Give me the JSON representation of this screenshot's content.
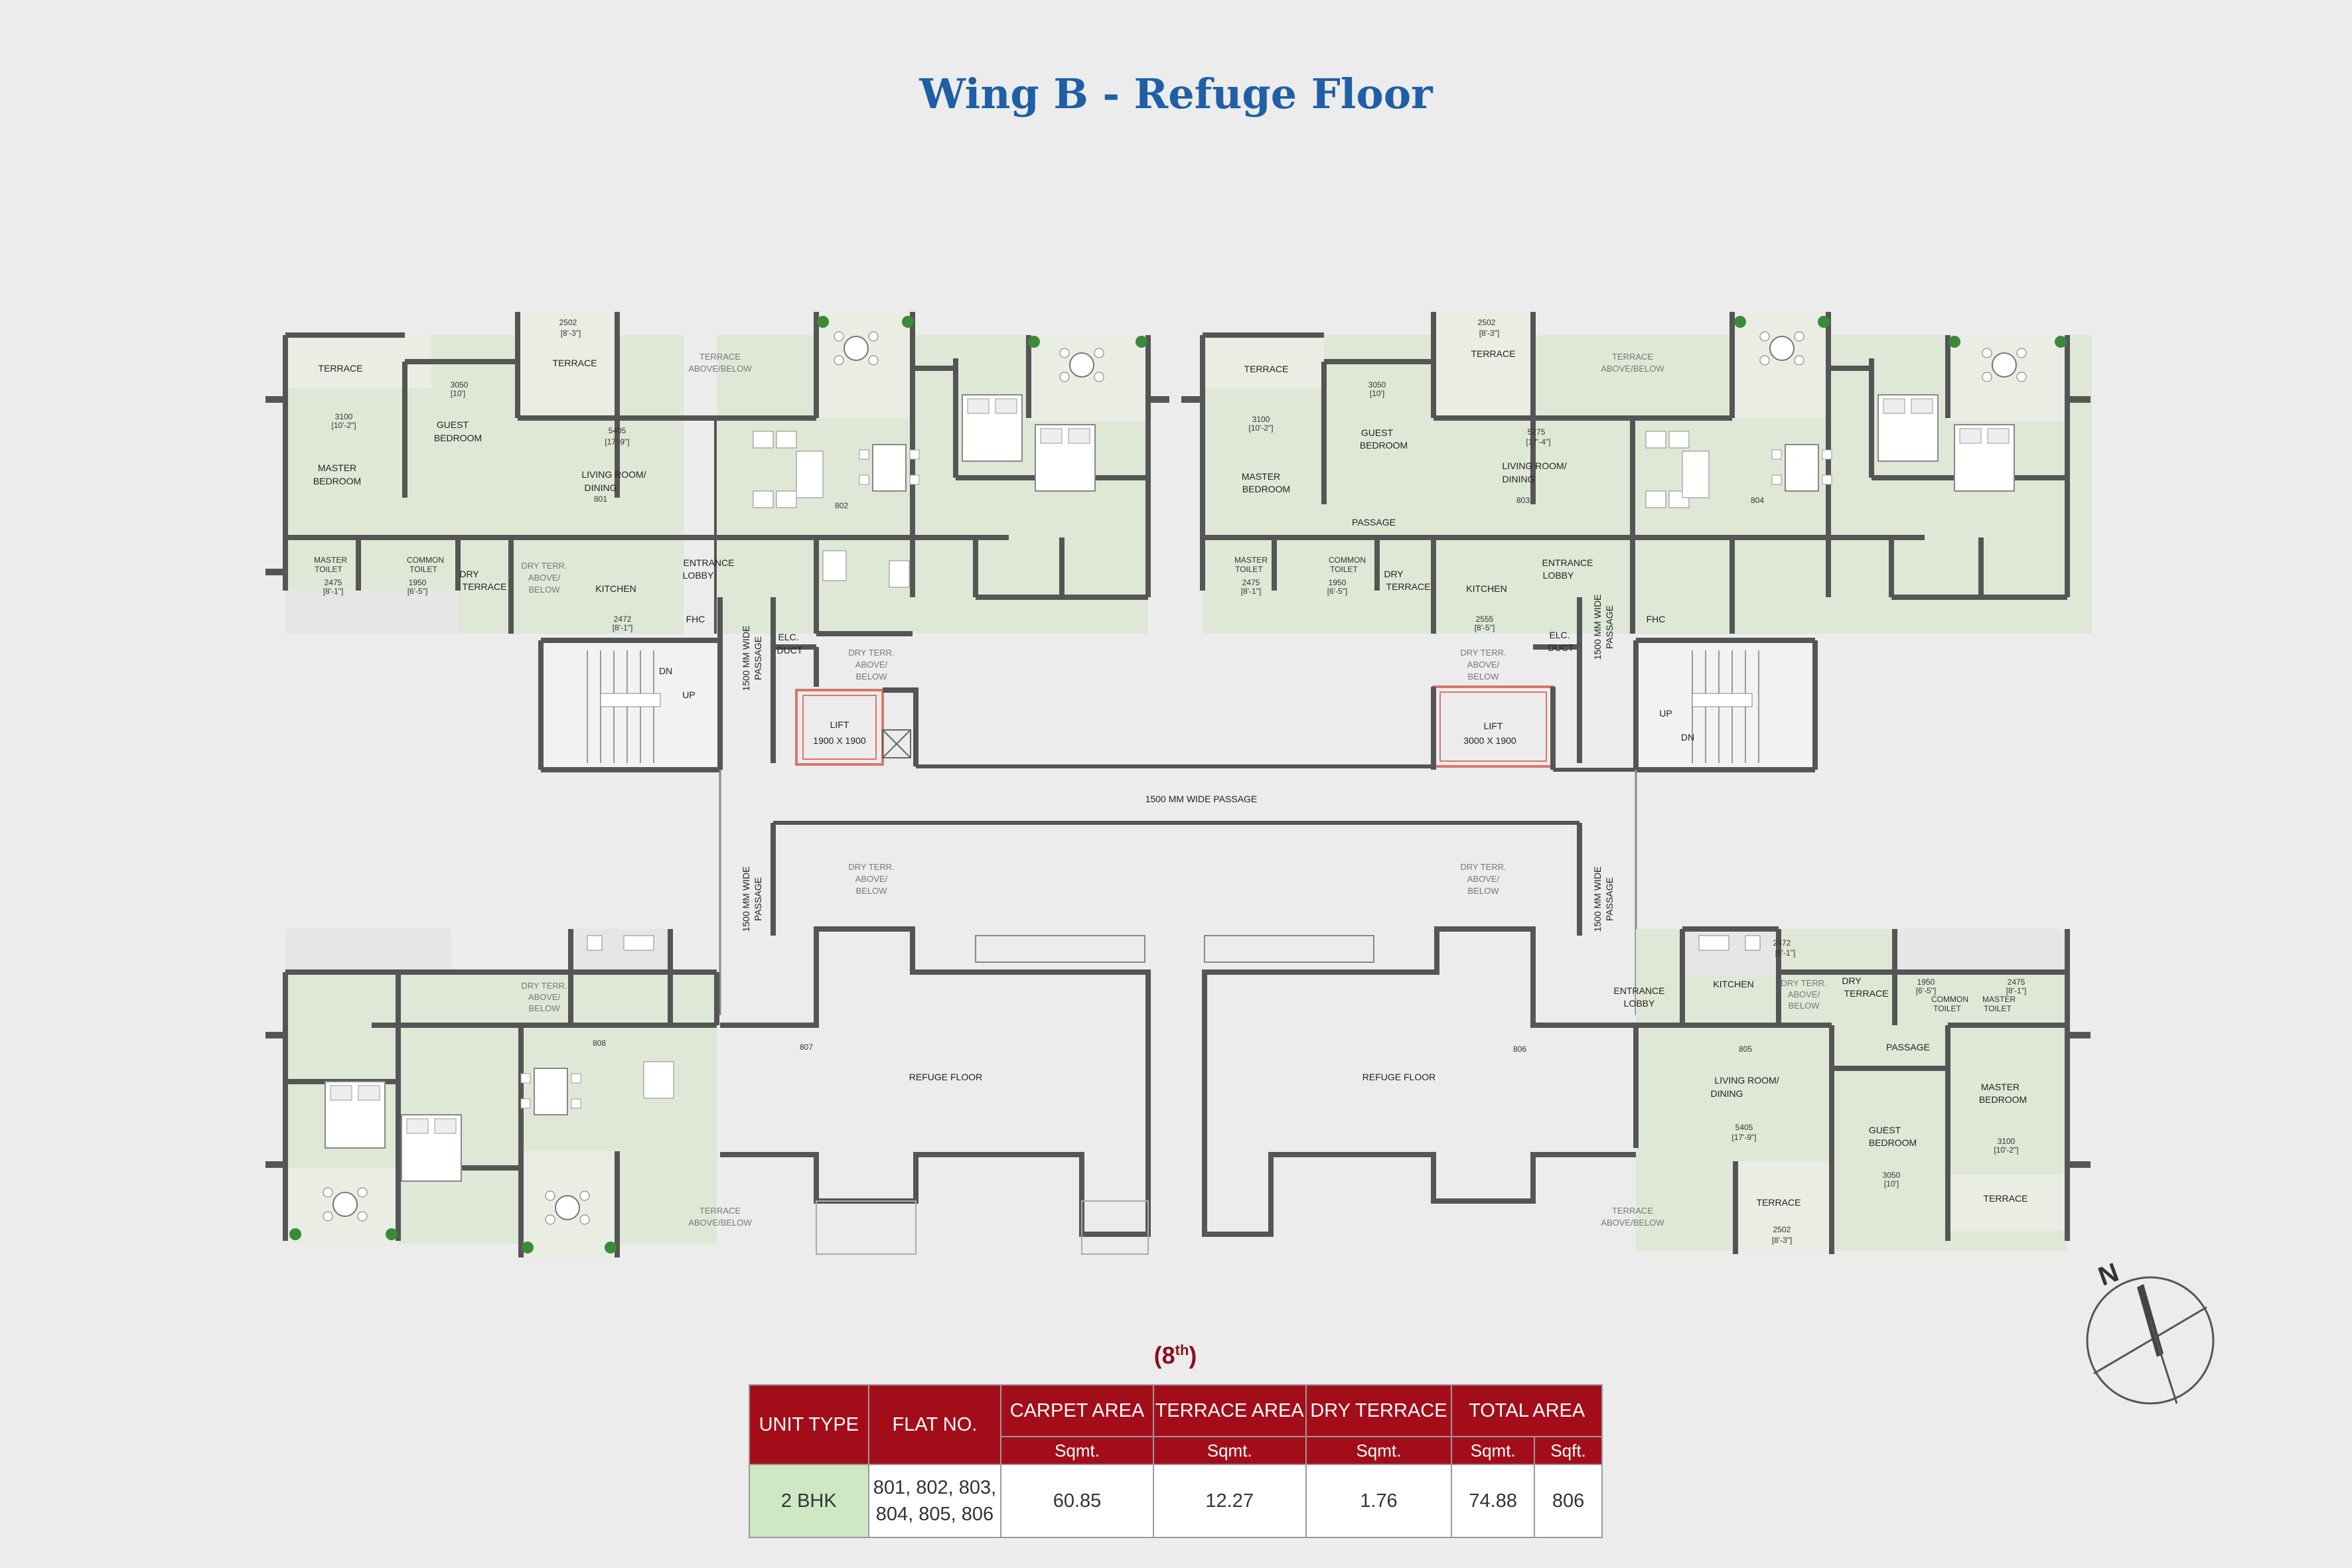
{
  "title": "Wing B - Refuge Floor",
  "floor": {
    "number": "(8",
    "suffix": "th",
    "close": ")"
  },
  "plan_labels": {
    "terrace": "TERRACE",
    "terrace_above_below": [
      "TERRACE",
      "ABOVE/BELOW"
    ],
    "dry_terr_above_below": [
      "DRY TERR.",
      "ABOVE/",
      "BELOW"
    ],
    "master_bedroom": [
      "MASTER",
      "BEDROOM"
    ],
    "guest_bedroom": [
      "GUEST",
      "BEDROOM"
    ],
    "living_dining": [
      "LIVING ROOM/",
      "DINING"
    ],
    "kitchen": "KITCHEN",
    "entrance_lobby": [
      "ENTRANCE",
      "LOBBY"
    ],
    "dry_terrace": [
      "DRY",
      "TERRACE"
    ],
    "master_toilet": [
      "MASTER",
      "TOILET"
    ],
    "common_toilet": [
      "COMMON",
      "TOILET"
    ],
    "passage": "PASSAGE",
    "fhc": "FHC",
    "elc_duct": [
      "ELC.",
      "DUCT"
    ],
    "lift_left": [
      "LIFT",
      "1900 X 1900"
    ],
    "lift_right": [
      "LIFT",
      "3000 X 1900"
    ],
    "passage_h": "1500 MM WIDE PASSAGE",
    "passage_v": [
      "1500 MM WIDE",
      "PASSAGE"
    ],
    "refuge_floor": "REFUGE FLOOR",
    "up": "UP",
    "dn": "DN",
    "unit_numbers": [
      "801",
      "802",
      "803",
      "804",
      "805",
      "806",
      "807",
      "808"
    ],
    "dims": {
      "d2502": "2502",
      "d2502i": "[8'-3\"]",
      "d3050": "3050",
      "d3050i": "[10']",
      "d3100": "3100",
      "d3100i": "[10'-2\"]",
      "d5405": "5405",
      "d5405i": "[17'-9\"]",
      "d5275": "5275",
      "d5275i": "[17'-4\"]",
      "d2475": "2475",
      "d2475i": "[8'-1\"]",
      "d1950": "1950",
      "d1950i": "[6'-5\"]",
      "d2472": "2472",
      "d2472i": "[8'-1\"]",
      "d2555": "2555",
      "d2555i": "[8'-5\"]"
    }
  },
  "table": {
    "headers": [
      "UNIT TYPE",
      "FLAT NO.",
      "CARPET AREA",
      "TERRACE AREA",
      "DRY TERRACE",
      "TOTAL AREA"
    ],
    "units": [
      "Sqmt.",
      "Sqmt.",
      "Sqmt.",
      "Sqmt.",
      "Sqft."
    ],
    "rows": [
      {
        "unit_type": "2 BHK",
        "flat_no_line1": "801, 802, 803,",
        "flat_no_line2": "804, 805, 806",
        "carpet_area": "60.85",
        "terrace_area": "12.27",
        "dry_terrace": "1.76",
        "total_sqmt": "74.88",
        "total_sqft": "806"
      }
    ]
  },
  "compass": {
    "label": "N"
  },
  "colors": {
    "title": "#1f5fa5",
    "table_header": "#a30d1a",
    "unit_cell": "#cfe8c4",
    "room_fill": "#dfe8d6",
    "wall": "#555555",
    "lift": "#d9776b"
  }
}
